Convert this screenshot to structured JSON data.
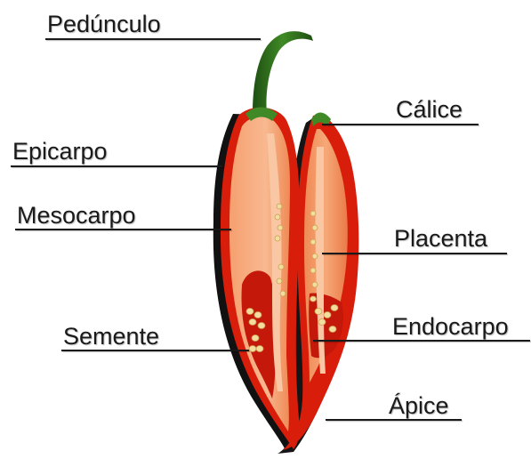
{
  "diagram": {
    "labels": {
      "peduncle": "Pedúnculo",
      "epicarp": "Epicarpo",
      "mesocarp": "Mesocarpo",
      "seed": "Semente",
      "calyx": "Cálice",
      "placenta": "Placenta",
      "endocarp": "Endocarpo",
      "apex": "Ápice"
    }
  },
  "colors": {
    "stem": "#2f6b1c",
    "epicarp": "#d81e0a",
    "mesocarp": "#f07a45",
    "cavity": "#c4180a",
    "seed": "#f3dca0",
    "shadow": "#111111",
    "text": "#1a1a1a"
  }
}
